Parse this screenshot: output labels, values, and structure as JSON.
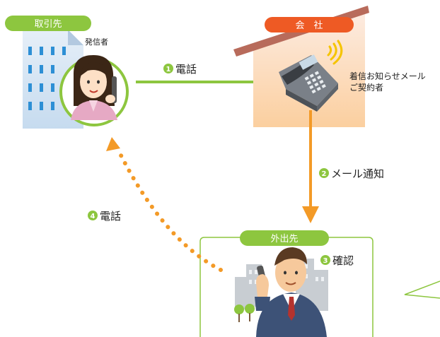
{
  "client_section": {
    "tag": "取引先",
    "caller_label": "発信者"
  },
  "company_section": {
    "tag": "会　社",
    "subscriber_label_line1": "着信お知らせメール",
    "subscriber_label_line2": "ご契約者"
  },
  "outside_section": {
    "tag": "外出先"
  },
  "steps": [
    {
      "number": "1",
      "label": "電話"
    },
    {
      "number": "2",
      "label": "メール通知"
    },
    {
      "number": "3",
      "label": "確認"
    },
    {
      "number": "4",
      "label": "電話"
    }
  ],
  "colors": {
    "green": "#8dc63f",
    "orange": "#f39a27",
    "tag_orange": "#ee5a24",
    "building_blue": "#2d8fd5",
    "roof_brown": "#b86b5b"
  }
}
